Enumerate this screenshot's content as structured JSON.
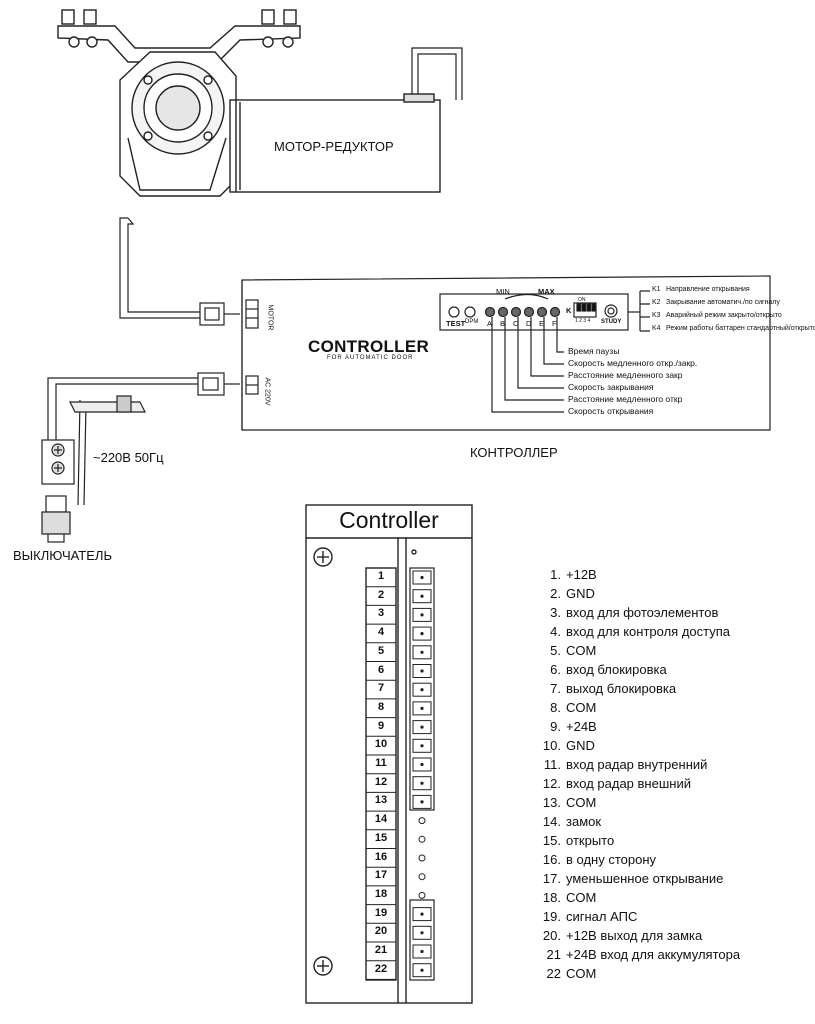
{
  "motor": {
    "label": "МОТОР-РЕДУКТОР"
  },
  "controller_unit": {
    "title": "CONTROLLER",
    "subtitle": "FOR AUTOMATIC DOOR",
    "port_motor": "MOTOR",
    "port_power": "AC 220V",
    "label": "КОНТРОЛЛЕР",
    "min": "MIN",
    "max": "MAX",
    "test": "TEST",
    "dpm": "DPM",
    "knobs": [
      "A",
      "B",
      "C",
      "D",
      "E",
      "F"
    ],
    "k": "K",
    "dip_numbers": "1 2 3 4",
    "dip_on": "ON",
    "study": "STUDY"
  },
  "dip_functions": [
    {
      "key": "K1",
      "text": "Направление открывания"
    },
    {
      "key": "K2",
      "text": "Закрывание автоматич./по сигналу"
    },
    {
      "key": "K3",
      "text": "Аварийный режим закрыто/открыто"
    },
    {
      "key": "K4",
      "text": "Режим работы баттарен стандартный/открыто"
    }
  ],
  "knob_functions": [
    "Время паузы",
    "Скорость медленного откр./закр.",
    "Расстояние медленного закр",
    "Скорость закрывания",
    "Расстояние медленного откр",
    "Скорость открывания"
  ],
  "power": {
    "label": "~220В 50Гц"
  },
  "switch": {
    "label": "ВЫКЛЮЧАТЕЛЬ"
  },
  "terminal_board": {
    "title": "Controller",
    "numbers": [
      "1",
      "2",
      "3",
      "4",
      "5",
      "6",
      "7",
      "8",
      "9",
      "10",
      "11",
      "12",
      "13",
      "14",
      "15",
      "16",
      "17",
      "18",
      "19",
      "20",
      "21",
      "22"
    ]
  },
  "pinout": [
    {
      "num": "1.",
      "text": "+12В"
    },
    {
      "num": "2.",
      "text": "GND"
    },
    {
      "num": "3.",
      "text": "вход для фотоэлементов"
    },
    {
      "num": "4.",
      "text": "вход для контроля доступа"
    },
    {
      "num": "5.",
      "text": "COM"
    },
    {
      "num": "6.",
      "text": "вход блокировка"
    },
    {
      "num": "7.",
      "text": "выход блокировка"
    },
    {
      "num": "8.",
      "text": "COM"
    },
    {
      "num": "9.",
      "text": "+24В"
    },
    {
      "num": "10.",
      "text": "GND"
    },
    {
      "num": "11.",
      "text": "вход радар внутренний"
    },
    {
      "num": "12.",
      "text": "вход радар внешний"
    },
    {
      "num": "13.",
      "text": "COM"
    },
    {
      "num": "14.",
      "text": "замок"
    },
    {
      "num": "15.",
      "text": "открыто"
    },
    {
      "num": "16.",
      "text": "в одну сторону"
    },
    {
      "num": "17.",
      "text": "уменьшенное открывание"
    },
    {
      "num": "18.",
      "text": "COM"
    },
    {
      "num": "19.",
      "text": "сигнал АПС"
    },
    {
      "num": "20.",
      "text": "+12В выход для замка"
    },
    {
      "num": "21",
      "text": "+24В вход для аккумулятора"
    },
    {
      "num": "22",
      "text": "COM"
    }
  ]
}
